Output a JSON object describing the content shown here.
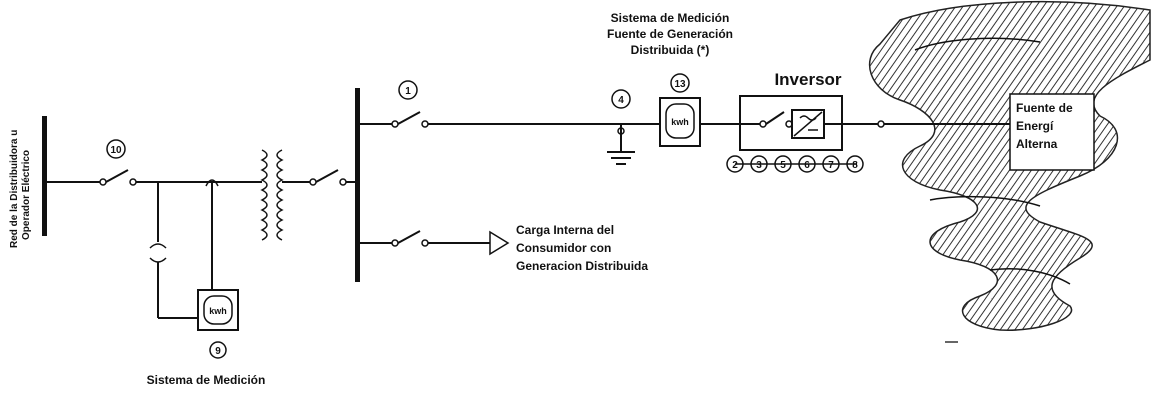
{
  "labels": {
    "grid": [
      "Red de la Distribuidora u",
      "Operador Eléctrico"
    ],
    "measurement_top": [
      "Sistema de Medición",
      "Fuente de Generación",
      "Distribuida (*)"
    ],
    "inverter": "Inversor",
    "source": [
      "Fuente de",
      "Energí",
      "Alterna"
    ],
    "internal_load": [
      "Carga Interna del",
      "Consumidor con",
      "Generacion Distribuida"
    ],
    "measurement_bottom": "Sistema de Medición",
    "kwh": "kwh"
  },
  "markers": {
    "switch_main": "10",
    "switch_bus": "1",
    "ground": "4",
    "meter_gen": "13",
    "meter_grid": "9",
    "inverter_chain": [
      "2",
      "3",
      "5",
      "6",
      "7",
      "8"
    ]
  }
}
